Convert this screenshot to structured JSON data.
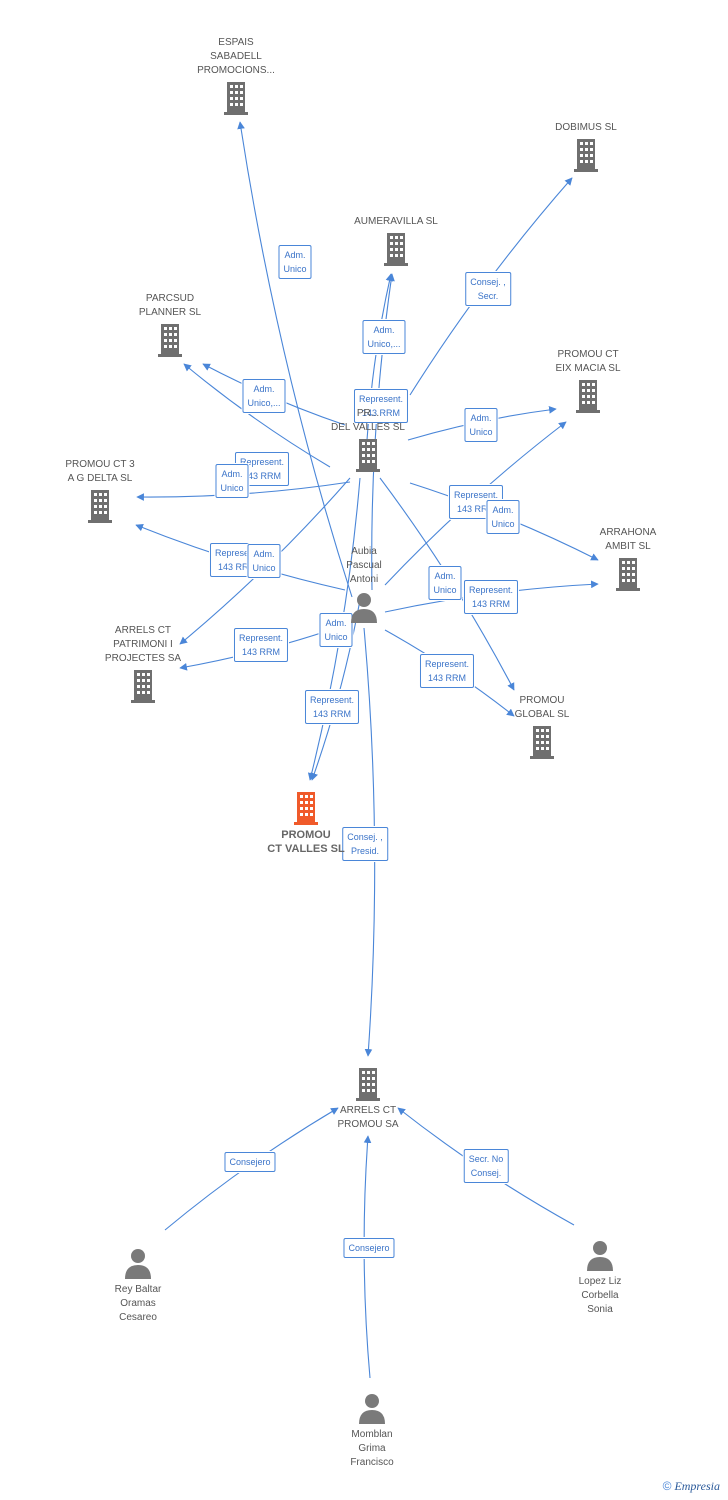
{
  "colors": {
    "edge": "#4a86d8",
    "company": "#6f6f6f",
    "focus": "#f05a2a",
    "person": "#7a7a7a"
  },
  "nodes": [
    {
      "id": "espais",
      "kind": "company",
      "label": "ESPAIS\nSABADELL\nPROMOCIONS..."
    },
    {
      "id": "dobimus",
      "kind": "company",
      "label": "DOBIMUS SL"
    },
    {
      "id": "aumeravilla",
      "kind": "company",
      "label": "AUMERAVILLA SL"
    },
    {
      "id": "parcsud",
      "kind": "company",
      "label": "PARCSUD\nPLANNER SL"
    },
    {
      "id": "eixmacia",
      "kind": "company",
      "label": "PROMOU CT\nEIX MACIA SL"
    },
    {
      "id": "delvalles",
      "kind": "company",
      "label": "PR...\nDEL VALLES SL"
    },
    {
      "id": "delta",
      "kind": "company",
      "label": "PROMOU CT 3\nA G DELTA SL"
    },
    {
      "id": "arrahona",
      "kind": "company",
      "label": "ARRAHONA\nAMBIT SL"
    },
    {
      "id": "aubia",
      "kind": "person",
      "label": "Aubia\nPascual\nAntoni"
    },
    {
      "id": "arrelspatrimoni",
      "kind": "company",
      "label": "ARRELS CT\nPATRIMONI I\nPROJECTES SA"
    },
    {
      "id": "global",
      "kind": "company",
      "label": "PROMOU\nGLOBAL SL"
    },
    {
      "id": "ctvalles",
      "kind": "focus",
      "label": "PROMOU\nCT VALLES SL"
    },
    {
      "id": "arrelspromou",
      "kind": "company",
      "label": "ARRELS CT\nPROMOU SA"
    },
    {
      "id": "rey",
      "kind": "person",
      "label": "Rey Baltar\nOramas\nCesareo"
    },
    {
      "id": "lopez",
      "kind": "person",
      "label": "Lopez Liz\nCorbella\nSonia"
    },
    {
      "id": "momblan",
      "kind": "person",
      "label": "Momblan\nGrima\nFrancisco"
    }
  ],
  "edges": [
    {
      "from": "aubia",
      "to": "espais",
      "label": "Adm.\nUnico"
    },
    {
      "from": "aubia",
      "to": "dobimus",
      "label": "Consej. ,\nSecr."
    },
    {
      "from": "aubia",
      "to": "aumeravilla",
      "label": "Adm.\nUnico,..."
    },
    {
      "from": "aubia",
      "to": "parcsud",
      "label": "Adm.\nUnico,..."
    },
    {
      "from": "delvalles",
      "to": "aumeravilla",
      "label": "Represent.\n143 RRM"
    },
    {
      "from": "delvalles",
      "to": "eixmacia",
      "label": "Adm.\nUnico"
    },
    {
      "from": "delvalles",
      "to": "parcsud",
      "label": "Represent.\n143 RRM"
    },
    {
      "from": "delvalles",
      "to": "delta",
      "label": "Adm.\nUnico"
    },
    {
      "from": "aubia",
      "to": "eixmacia",
      "label": "Represent.\n143 RRM"
    },
    {
      "from": "delvalles",
      "to": "arrahona",
      "label": "Adm.\nUnico"
    },
    {
      "from": "aubia",
      "to": "delta",
      "label": "Represent.\n143 RRM"
    },
    {
      "from": "delvalles",
      "to": "arrelspatrimoni",
      "label": "Adm.\nUnico"
    },
    {
      "from": "delvalles",
      "to": "global",
      "label": "Adm.\nUnico"
    },
    {
      "from": "aubia",
      "to": "arrahona",
      "label": "Represent.\n143 RRM"
    },
    {
      "from": "aubia",
      "to": "arrelspatrimoni",
      "label": "Represent.\n143 RRM"
    },
    {
      "from": "aubia",
      "to": "ctvalles",
      "label": "Adm.\nUnico"
    },
    {
      "from": "aubia",
      "to": "global",
      "label": "Represent.\n143 RRM"
    },
    {
      "from": "delvalles",
      "to": "ctvalles",
      "label": "Represent.\n143 RRM"
    },
    {
      "from": "aubia",
      "to": "arrelspromou",
      "label": "Consej. ,\nPresid."
    },
    {
      "from": "rey",
      "to": "arrelspromou",
      "label": "Consejero"
    },
    {
      "from": "lopez",
      "to": "arrelspromou",
      "label": "Secr.  No\nConsej."
    },
    {
      "from": "momblan",
      "to": "arrelspromou",
      "label": "Consejero"
    }
  ],
  "brand": {
    "copyright": "©",
    "name": "Empresia"
  }
}
